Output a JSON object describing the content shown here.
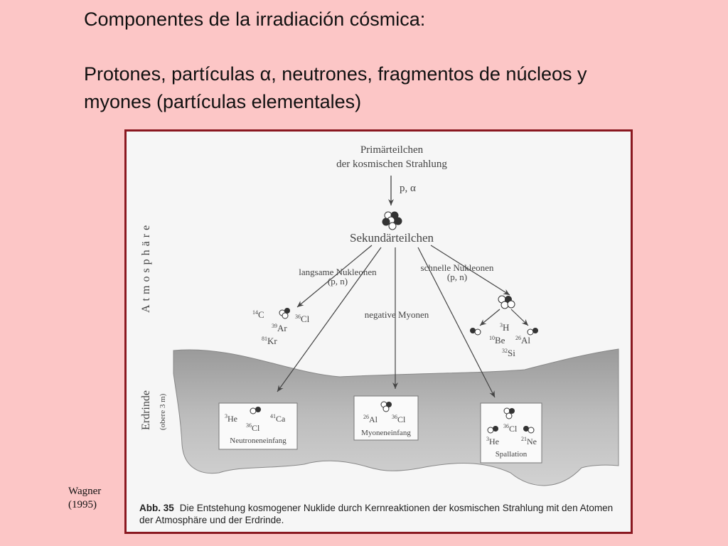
{
  "slide": {
    "title": "Componentes de la irradiación cósmica:",
    "subtitle": "Protones, partículas α, neutrones, fragmentos de núcleos y myones (partículas elementales)",
    "credit_line1": "Wagner",
    "credit_line2": "(1995)"
  },
  "diagram": {
    "primary_line1": "Primärteilchen",
    "primary_line2": "der kosmischen Strahlung",
    "primary_particles": "p, α",
    "secondary": "Sekundärteilchen",
    "slow_line1": "langsame Nukleonen",
    "slow_line2": "(p, n)",
    "fast_line1": "schnelle Nukleonen",
    "fast_line2": "(p, n)",
    "neg_muons": "negative Myonen",
    "atmosphere": "Atmosphäre",
    "crust": "Erdrinde",
    "crust_sub": "(obere 3 m)",
    "atm_nuclides": {
      "c14": "14",
      "c14b": "C",
      "cl36": "36",
      "cl36b": "Cl",
      "ar39": "39",
      "ar39b": "Ar",
      "kr81": "81",
      "kr81b": "Kr"
    },
    "fast_nuclides": {
      "h3": "3",
      "h3b": "H",
      "be10": "10",
      "be10b": "Be",
      "al26": "26",
      "al26b": "Al",
      "si32": "32",
      "si32b": "Si"
    },
    "box_neutron": {
      "label": "Neutroneneinfang",
      "he": "3",
      "heb": "He",
      "ca": "41",
      "cab": "Ca",
      "cl": "36",
      "clb": "Cl"
    },
    "box_muon": {
      "label": "Myoneneinfang",
      "al": "26",
      "alb": "Al",
      "cl": "36",
      "clb": "Cl"
    },
    "box_spall": {
      "label": "Spallation",
      "cl": "36",
      "clb": "Cl",
      "he": "3",
      "heb": "He",
      "ne": "21",
      "neb": "Ne"
    },
    "caption_label": "Abb. 35",
    "caption_text": "Die Entstehung kosmogener Nuklide durch Kernreaktionen der kosmischen Strahlung mit den Atomen der Atmosphäre und der Erdrinde."
  },
  "colors": {
    "background": "#fcc6c6",
    "frame": "#8a1820",
    "crust": "#b6b6b6"
  }
}
